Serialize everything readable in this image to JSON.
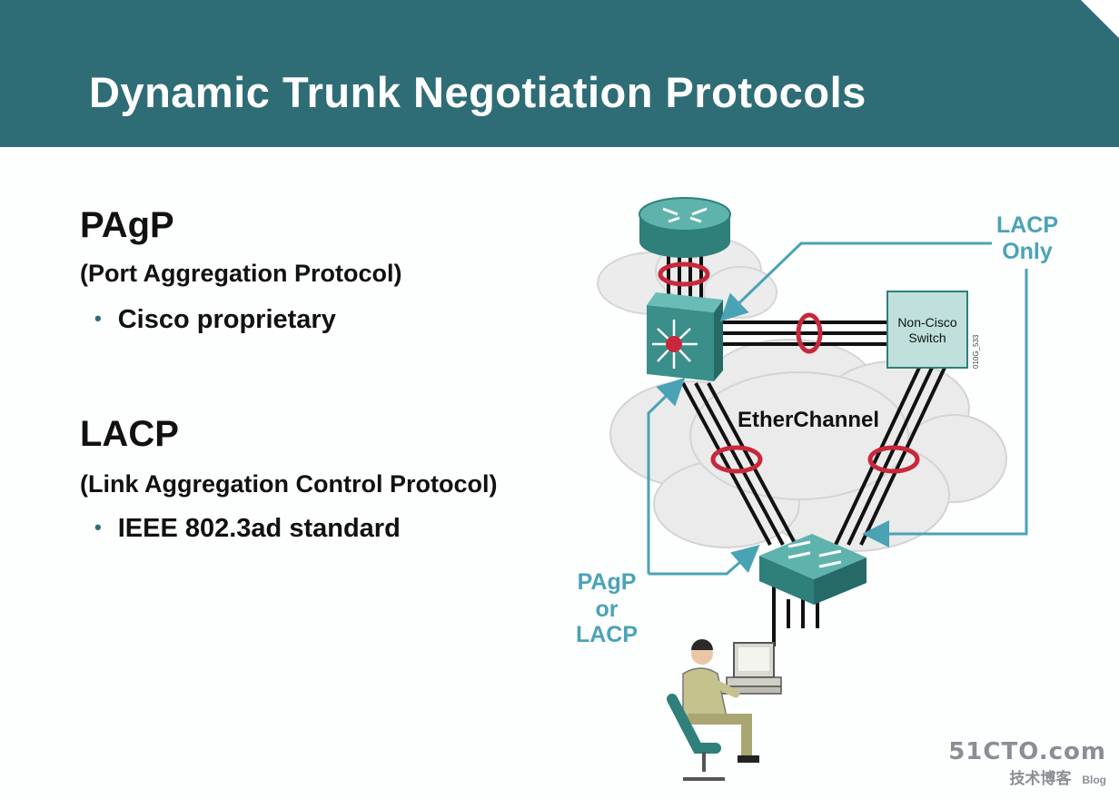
{
  "slide": {
    "title": "Dynamic Trunk Negotiation Protocols"
  },
  "pagp": {
    "heading": "PAgP",
    "full_name": "(Port Aggregation Protocol)",
    "bullet": "Cisco proprietary"
  },
  "lacp": {
    "heading": "LACP",
    "full_name": "(Link Aggregation Control Protocol)",
    "bullet": "IEEE 802.3ad standard"
  },
  "diagram": {
    "non_cisco_switch_line1": "Non-Cisco",
    "non_cisco_switch_line2": "Switch",
    "figure_id": "010G_533",
    "etherchannel_label": "EtherChannel",
    "lacp_only_line1": "LACP",
    "lacp_only_line2": "Only",
    "pagp_or_lacp_line1": "PAgP",
    "pagp_or_lacp_line2": "or",
    "pagp_or_lacp_line3": "LACP",
    "colors": {
      "header": "#2e6d76",
      "device": "#3a8f8a",
      "callout": "#4aa3b5",
      "channel_ring": "#c8283c"
    }
  },
  "watermark": {
    "site": "51CTO.com",
    "subtitle": "技术博客",
    "blog": "Blog"
  }
}
